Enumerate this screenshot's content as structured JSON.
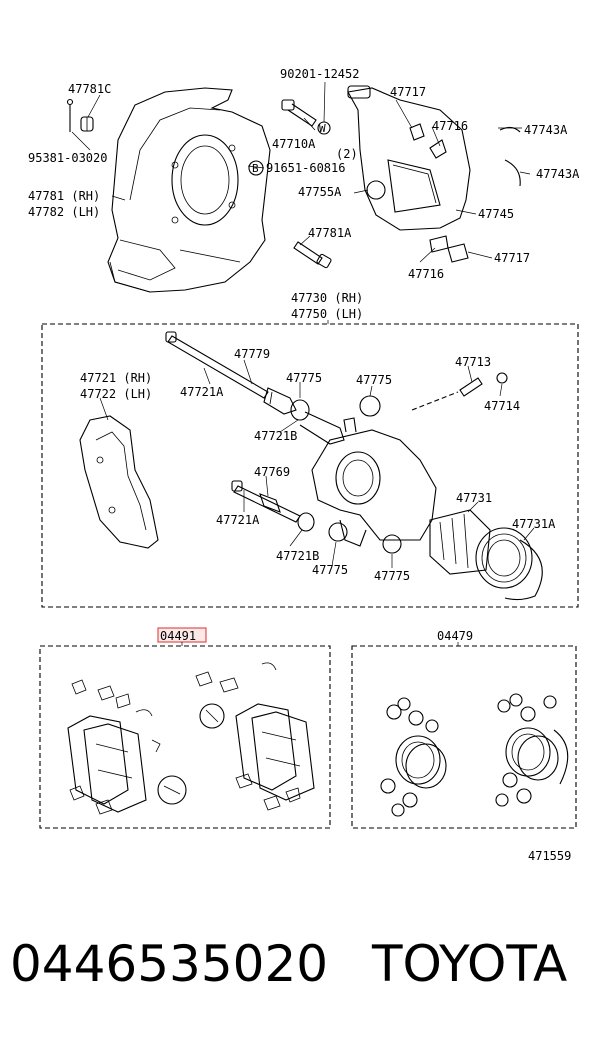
{
  "labels": {
    "p47781C": "47781C",
    "p95381": "95381-03020",
    "p47781rh": "47781 (RH)",
    "p47782lh": "47782 (LH)",
    "p90201": "90201-12452",
    "p47710A": "47710A",
    "w": "W",
    "two": "(2)",
    "b": "B",
    "p91651": "91651-60816",
    "p47781A": "47781A",
    "p47717a": "47717",
    "p47716a": "47716",
    "p47743Aa": "47743A",
    "p47743Ab": "47743A",
    "p47755A": "47755A",
    "p47745": "47745",
    "p47716b": "47716",
    "p47717b": "47717",
    "p47730": "47730 (RH)",
    "p47750": "47750 (LH)",
    "p47721rh": "47721 (RH)",
    "p47722lh": "47722 (LH)",
    "p47779": "47779",
    "p47721Aa": "47721A",
    "p47775a": "47775",
    "p47775b": "47775",
    "p47713": "47713",
    "p47714": "47714",
    "p47721Ba": "47721B",
    "p47769": "47769",
    "p47721Ab": "47721A",
    "p47731": "47731",
    "p47731A": "47731A",
    "p47721Bb": "47721B",
    "p47775c": "47775",
    "p47775d": "47775",
    "p04491": "04491",
    "p04479": "04479",
    "drawing_no": "471559"
  },
  "footer": {
    "part_number": "0446535020",
    "brand": "TOYOTA"
  },
  "colors": {
    "highlight": "#e05050",
    "highlight_fill": "#fde8e8"
  }
}
